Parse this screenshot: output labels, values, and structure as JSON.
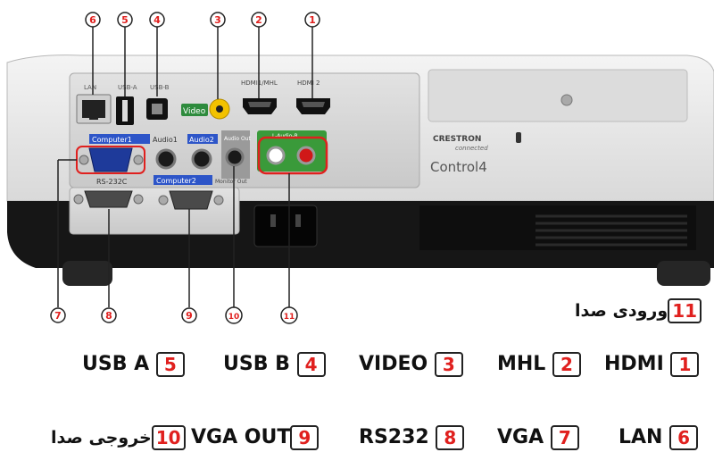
{
  "projector_labels": {
    "lan": "LAN",
    "usb_a": "USB-A",
    "usb_b": "USB-B",
    "video": "Video",
    "hdmi1_mhl": "HDMI1/MHL",
    "hdmi2": "HDMI 2",
    "computer1": "Computer1",
    "audio1": "Audio1",
    "audio2": "Audio2",
    "audio_out": "Audio Out",
    "l_audio_r": "L-Audio-R",
    "rs232c": "RS-232C",
    "computer2": "Computer2",
    "monitor_out": "Monitor Out",
    "crestron": "CRESTRON",
    "crestron_sub": "connected",
    "control4": "Control4"
  },
  "callouts": [
    "1",
    "2",
    "3",
    "4",
    "5",
    "6",
    "7",
    "8",
    "9",
    "10",
    "11"
  ],
  "legend": [
    {
      "num": "1",
      "text": "HDMI"
    },
    {
      "num": "2",
      "text": "MHL"
    },
    {
      "num": "3",
      "text": "VIDEO"
    },
    {
      "num": "4",
      "text": "USB B"
    },
    {
      "num": "5",
      "text": "USB A"
    },
    {
      "num": "6",
      "text": "LAN"
    },
    {
      "num": "7",
      "text": "VGA"
    },
    {
      "num": "8",
      "text": "RS232"
    },
    {
      "num": "9",
      "text": "VGA OUT"
    },
    {
      "num": "10",
      "text": "خروجی صدا"
    },
    {
      "num": "11",
      "text": "ورودی صدا"
    }
  ],
  "colors": {
    "callout_red": "#e0201e",
    "audio_in_green": "#3a9a3a",
    "panel_blue": "#2d55c8"
  }
}
